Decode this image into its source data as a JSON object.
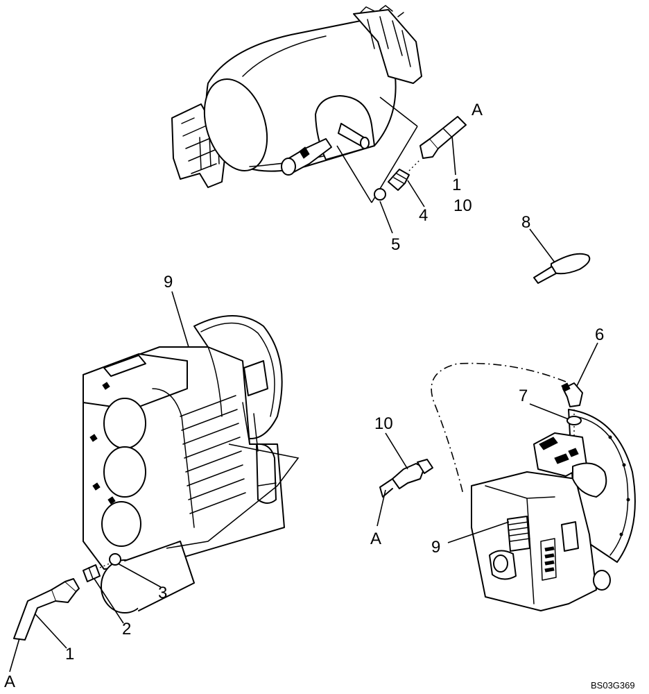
{
  "callouts": {
    "top": {
      "a": "A",
      "c1": "1",
      "c10": "10",
      "c4": "4",
      "c5": "5",
      "c8": "8"
    },
    "left": {
      "c9": "9",
      "c3": "3",
      "c2": "2",
      "c1": "1",
      "a": "A"
    },
    "right": {
      "c6": "6",
      "c7": "7",
      "c10": "10",
      "a": "A",
      "c9": "9"
    }
  },
  "drawing_code": "BS03G369"
}
